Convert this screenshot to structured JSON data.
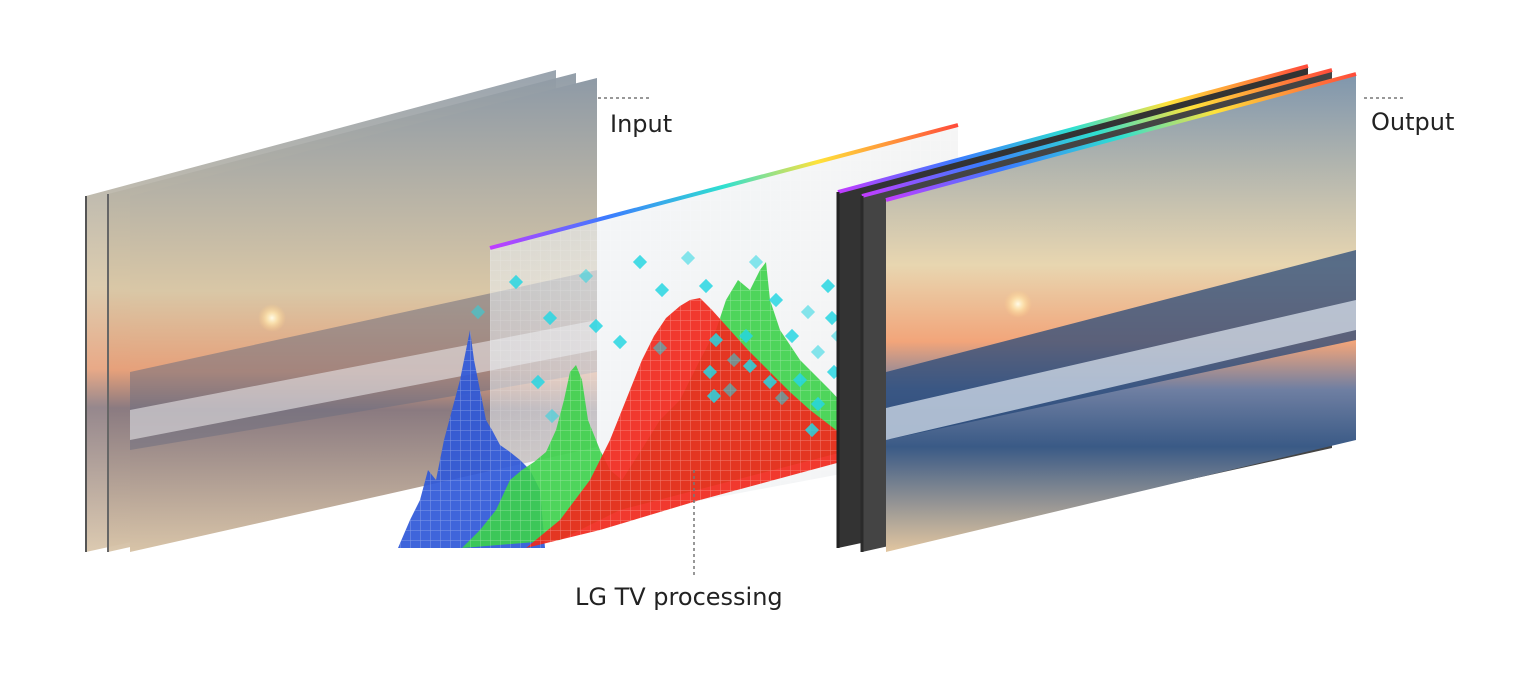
{
  "labels": {
    "input": "Input",
    "output": "Output",
    "processing": "LG TV processing"
  },
  "colors": {
    "histogram_blue": "#2f58d8",
    "histogram_green": "#3cd24a",
    "histogram_red": "#f02a1e",
    "dots_cyan": "#27d6e2",
    "leader_line": "#777777"
  }
}
